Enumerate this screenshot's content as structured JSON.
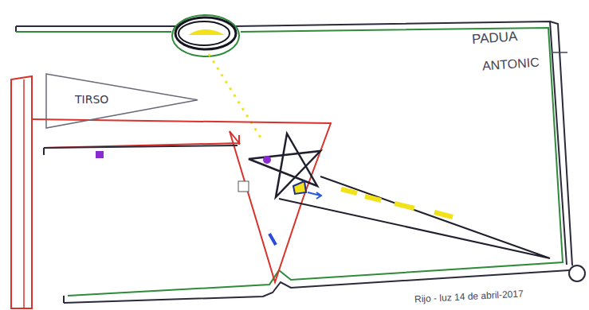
{
  "diagram": {
    "nodes": [
      {
        "text": [
          "TIRSO"
        ]
      }
    ],
    "labels": [
      "PADUA",
      "ANTONIC",
      "Rijo - luz 14 de abril-2017"
    ]
  }
}
